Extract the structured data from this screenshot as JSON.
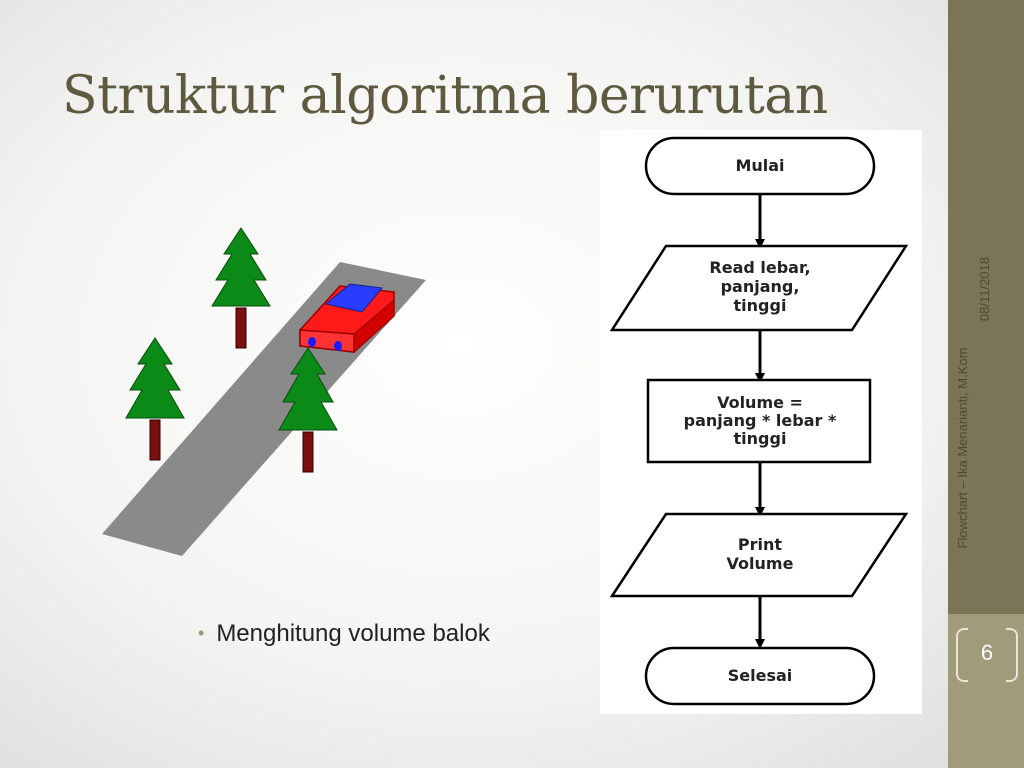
{
  "slide": {
    "title": "Struktur algoritma berurutan",
    "date": "08/11/2018",
    "footer": "Flowchart – Ika Menarianti, M.Kom",
    "page_number": "6",
    "bullets": [
      "Menghitung volume balok"
    ]
  },
  "flowchart": {
    "start": "Mulai",
    "input": [
      "Read lebar,",
      "panjang,",
      "tinggi"
    ],
    "process": [
      "Volume =",
      "panjang * lebar *",
      "tinggi"
    ],
    "output": [
      "Print",
      "Volume"
    ],
    "end": "Selesai"
  },
  "colors": {
    "title": "#5e5a40",
    "sidebar_dark": "#7a7557",
    "sidebar_light": "#a09b7a",
    "road": "#8a8a8a",
    "tree_green": "#0b8a17",
    "trunk": "#7a1010",
    "car_red": "#ff1a1a",
    "car_window": "#2a3cff"
  }
}
